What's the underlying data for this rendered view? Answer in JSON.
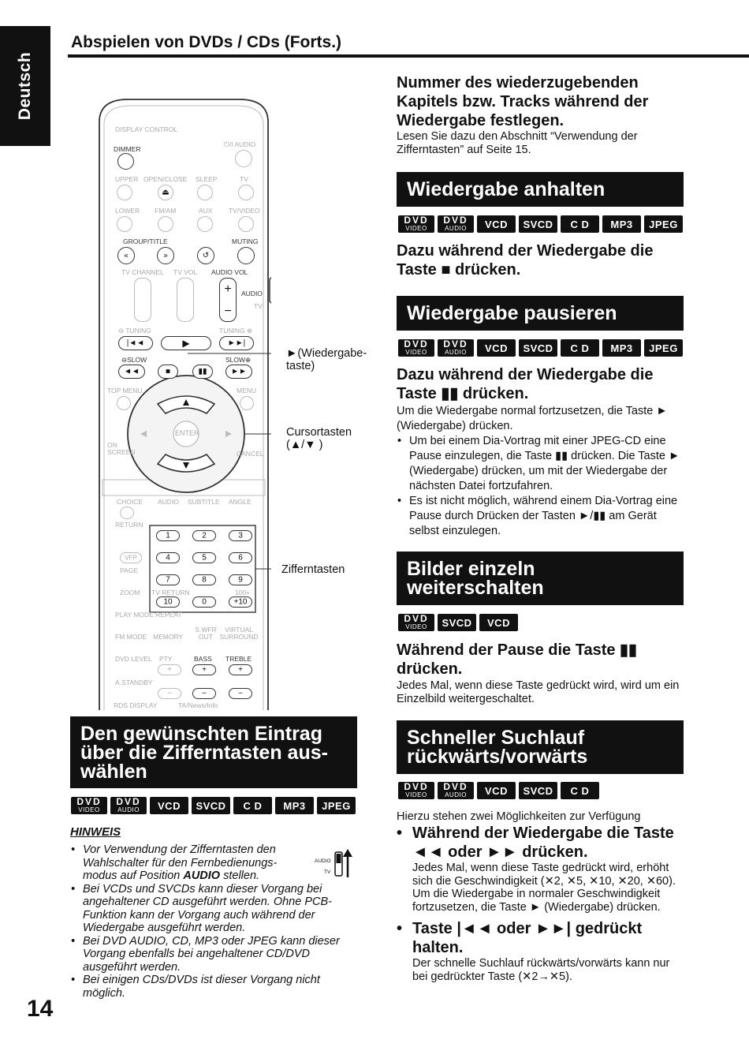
{
  "sidebar": {
    "language": "Deutsch"
  },
  "header": {
    "title": "Abspielen von DVDs / CDs (Forts.)"
  },
  "page_number": "14",
  "remote": {
    "keys": {
      "display_control": "DISPLAY CONTROL",
      "dimmer": "DIMMER",
      "power": "⏻/I AUDIO",
      "upper": "UPPER",
      "open_close": "OPEN/CLOSE",
      "sleep": "SLEEP",
      "tv": "TV",
      "lower": "LOWER",
      "fm_am": "FM/AM",
      "aux": "AUX",
      "tv_video": "TV/VIDEO",
      "group_title": "GROUP/TITLE",
      "muting": "MUTING",
      "tv_channel": "TV CHANNEL",
      "tv_vol": "TV VOL",
      "audio_vol": "AUDIO VOL",
      "audio": "AUDIO",
      "tv_switch": "TV",
      "tuning_minus": "⊖ TUNING",
      "tuning_plus": "TUNING ⊕",
      "slow_minus": "⊖SLOW",
      "slow_plus": "SLOW⊕",
      "top_menu": "TOP MENU",
      "menu": "MENU",
      "enter": "ENTER",
      "on_screen": "ON SCREEN",
      "cancel": "CANCEL",
      "choice": "CHOICE",
      "audio_key": "AUDIO",
      "subtitle": "SUBTITLE",
      "angle": "ANGLE",
      "return": "RETURN",
      "vfp": "VFP",
      "page": "PAGE",
      "zoom": "ZOOM",
      "tv_return": "TV RETURN",
      "hundred_plus": "100+",
      "play_mode": "PLAY MODE REPEAT",
      "fm_mode": "FM MODE",
      "memory": "MEMORY",
      "swfr_out": "S.WFR OUT",
      "virtual_surround": "VIRTUAL SURROUND",
      "dvd_level": "DVD LEVEL",
      "pty": "PTY",
      "bass": "BASS",
      "treble": "TREBLE",
      "a_standby": "A.STANDBY",
      "rds_display": "RDS DISPLAY",
      "ta_news": "TA/News/Info"
    },
    "digits": [
      "1",
      "2",
      "3",
      "4",
      "5",
      "6",
      "7",
      "8",
      "9",
      "10",
      "0",
      "+10"
    ],
    "callouts": {
      "play": "►(Wiedergabe-taste)",
      "cursor": "Cursortasten (▲/▼ )",
      "digits": "Zifferntasten"
    }
  },
  "section_select": {
    "heading": "Den gewünschten Eintrag über die Zifferntasten aus-wählen",
    "badges": [
      "DVD VIDEO",
      "DVD AUDIO",
      "VCD",
      "SVCD",
      "C D",
      "MP3",
      "JPEG"
    ],
    "note_title": "HINWEIS",
    "notes": [
      "Vor Verwendung der Zifferntasten den Wahlschalter für den Fernbedienungs-modus auf Position AUDIO stellen.",
      "Bei VCDs und SVCDs kann dieser Vorgang bei angehaltener CD ausgeführt werden. Ohne PCB-Funktion kann der Vorgang auch während der Wiedergabe ausgeführt werden.",
      "Bei DVD AUDIO, CD, MP3 oder JPEG kann dieser Vorgang ebenfalls bei angehaltener CD/DVD ausgeführt werden.",
      "Bei einigen CDs/DVDs ist dieser Vorgang nicht möglich."
    ],
    "switch_labels": {
      "audio": "AUDIO",
      "tv": "TV"
    }
  },
  "section_chapter": {
    "heading": "Nummer des wiederzugebenden Kapitels bzw. Tracks während der Wiedergabe festlegen.",
    "text": "Lesen Sie dazu den Abschnitt “Verwendung der Zifferntasten” auf Seite 15."
  },
  "section_stop": {
    "heading": "Wiedergabe anhalten",
    "badges": [
      "DVD VIDEO",
      "DVD AUDIO",
      "VCD",
      "SVCD",
      "C D",
      "MP3",
      "JPEG"
    ],
    "instruction": "Dazu während der Wiedergabe die Taste ■ drücken."
  },
  "section_pause": {
    "heading": "Wiedergabe pausieren",
    "badges": [
      "DVD VIDEO",
      "DVD AUDIO",
      "VCD",
      "SVCD",
      "C D",
      "MP3",
      "JPEG"
    ],
    "instruction": "Dazu während der Wiedergabe die Taste ▮▮ drücken.",
    "text": "Um die Wiedergabe normal fortzusetzen, die Taste ► (Wiedergabe) drücken.",
    "bullets": [
      "Um bei einem Dia-Vortrag mit einer JPEG-CD eine Pause einzulegen, die Taste ▮▮ drücken. Die Taste ► (Wiedergabe) drücken, um mit der Wiedergabe der nächsten Datei fortzufahren.",
      "Es ist nicht möglich, während einem Dia-Vortrag eine Pause durch Drücken der Tasten ►/▮▮ am Gerät selbst einzulegen."
    ]
  },
  "section_frame": {
    "heading": "Bilder einzeln weiterschalten",
    "badges": [
      "DVD VIDEO",
      "SVCD",
      "VCD"
    ],
    "instruction": "Während der Pause die Taste ▮▮ drücken.",
    "text": "Jedes Mal, wenn diese Taste gedrückt wird, wird um ein Einzelbild weitergeschaltet."
  },
  "section_search": {
    "heading": "Schneller Suchlauf rückwärts/vorwärts",
    "badges": [
      "DVD VIDEO",
      "DVD AUDIO",
      "VCD",
      "SVCD",
      "C D"
    ],
    "intro": "Hierzu stehen zwei Möglichkeiten zur Verfügung",
    "items": [
      {
        "title": "Während der Wiedergabe die Taste ◄◄ oder ►► drücken.",
        "text": "Jedes Mal, wenn diese Taste gedrückt wird, erhöht sich die Geschwindigkeit (✕2, ✕5, ✕10, ✕20, ✕60). Um die Wiedergabe in normaler Geschwindigkeit fortzusetzen, die Taste ► (Wiedergabe) drücken."
      },
      {
        "title": "Taste |◄◄ oder ►►| gedrückt halten.",
        "text": "Der schnelle Suchlauf rückwärts/vorwärts kann nur bei gedrückter Taste (✕2→✕5)."
      }
    ]
  }
}
